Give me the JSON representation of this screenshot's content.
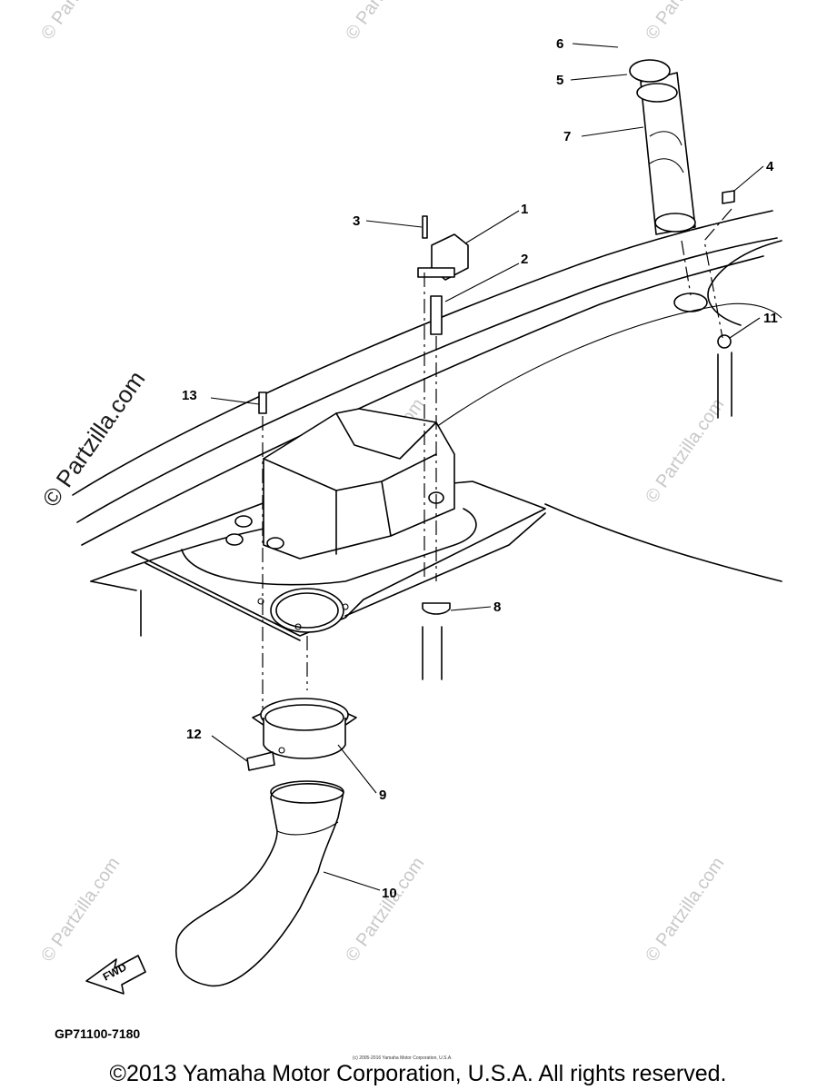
{
  "diagram": {
    "callouts": [
      "1",
      "2",
      "3",
      "4",
      "5",
      "6",
      "7",
      "8",
      "9",
      "10",
      "11",
      "12",
      "13"
    ],
    "diagram_code": "GP71100-7180",
    "direction_label": "FWD",
    "watermark": "© Partzilla.com",
    "small_notice": "(c) 2005-2016 Yamaha Motor Corporation, U.S.A.",
    "copyright": "©2013 Yamaha Motor Corporation, U.S.A. All rights reserved."
  }
}
